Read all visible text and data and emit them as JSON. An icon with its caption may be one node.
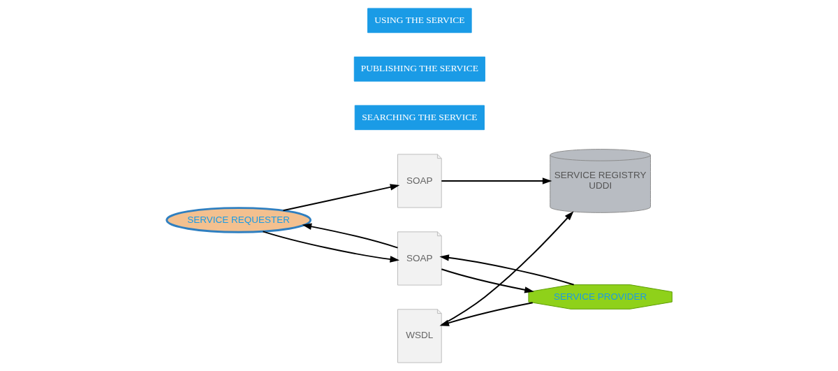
{
  "diagram": {
    "nodes": [
      {
        "text": [
          "SERVICE REGISTRY",
          "UDDI"
        ]
      },
      {
        "text": [
          "SEARCHING THE SERVICE"
        ]
      },
      {
        "text": [
          "SOAP"
        ]
      },
      {
        "text": [
          "PUBLISHING THE SERVICE"
        ]
      },
      {
        "text": [
          "WSDL"
        ]
      },
      {
        "text": [
          "SERVICE REQUESTER"
        ]
      },
      {
        "text": [
          "SOAP"
        ]
      },
      {
        "text": [
          "SERVICE PROVIDER"
        ]
      },
      {
        "text": [
          "USING THE SERVICE"
        ]
      }
    ],
    "edges": [
      {
        "from": 5,
        "to": 2,
        "arrow": "to"
      },
      {
        "from": 2,
        "to": 0,
        "arrow": "to"
      },
      {
        "from": 7,
        "to": 4,
        "arrow": "to"
      },
      {
        "from": 4,
        "to": 0,
        "arrow": "to"
      },
      {
        "from": 5,
        "to": 6,
        "arrow": "to"
      },
      {
        "from": 6,
        "to": 7,
        "arrow": "to"
      },
      {
        "from": 7,
        "to": 6,
        "arrow": "to"
      },
      {
        "from": 6,
        "to": 5,
        "arrow": "to"
      }
    ]
  }
}
